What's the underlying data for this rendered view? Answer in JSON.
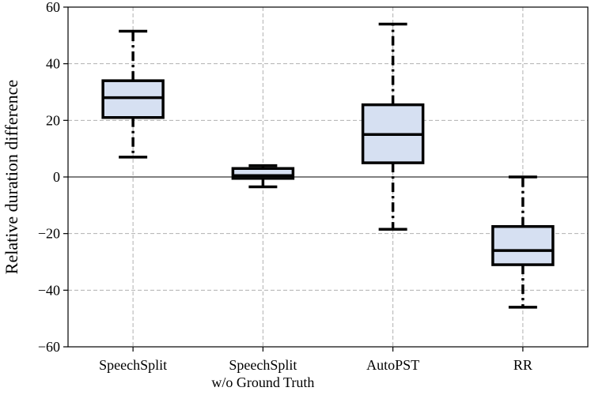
{
  "chart_data": {
    "type": "boxplot",
    "title": "",
    "xlabel": "",
    "ylabel": "Relative duration difference",
    "ylim": [
      -60,
      60
    ],
    "yticks": [
      -60,
      -40,
      -20,
      0,
      20,
      40,
      60
    ],
    "ytick_labels": [
      "−60",
      "−40",
      "−20",
      "0",
      "20",
      "40",
      "60"
    ],
    "grid": true,
    "zero_line": 0,
    "colors": {
      "box_fill": "#d6e0f2",
      "box_edge": "#000000",
      "grid": "#b0b0b0"
    },
    "categories": [
      {
        "label_lines": [
          "SpeechSplit"
        ],
        "whisker_low": 7,
        "q1": 21,
        "median": 28,
        "q3": 34,
        "whisker_high": 51.5
      },
      {
        "label_lines": [
          "SpeechSplit",
          "w/o Ground Truth"
        ],
        "whisker_low": -3.5,
        "q1": -0.5,
        "median": 0.5,
        "q3": 3,
        "whisker_high": 4
      },
      {
        "label_lines": [
          "AutoPST"
        ],
        "whisker_low": -18.5,
        "q1": 5,
        "median": 15,
        "q3": 25.5,
        "whisker_high": 54
      },
      {
        "label_lines": [
          "RR"
        ],
        "whisker_low": -46,
        "q1": -31,
        "median": -26,
        "q3": -17.5,
        "whisker_high": 0
      }
    ]
  }
}
